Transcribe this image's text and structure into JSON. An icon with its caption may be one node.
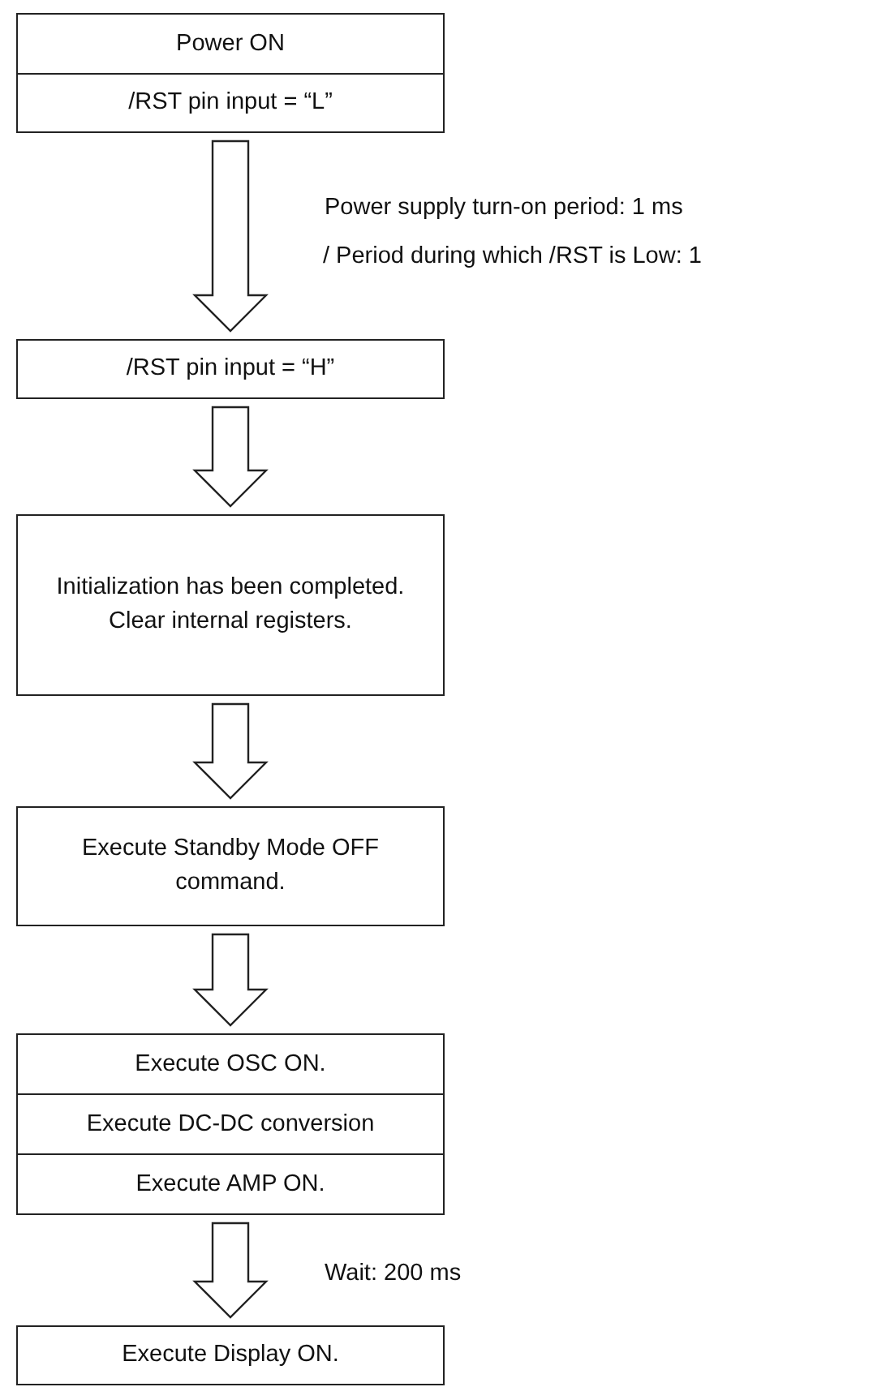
{
  "diagram": {
    "nodes": [
      {
        "text": [
          "Power ON",
          "/RST pin input = “L”"
        ]
      },
      {
        "text": [
          "/RST pin input  = “H”"
        ]
      },
      {
        "text": [
          "Initialization has been completed.",
          "Clear internal registers."
        ]
      },
      {
        "text": [
          "Execute Standby Mode OFF command."
        ]
      },
      {
        "text": [
          "Execute OSC ON.",
          "Execute DC-DC conversion",
          "Execute AMP ON."
        ]
      },
      {
        "text": [
          "Execute Display ON."
        ]
      }
    ],
    "edges": [
      {
        "from": 0,
        "to": 1,
        "arrow": "to",
        "style": "thick"
      },
      {
        "from": 1,
        "to": 2,
        "arrow": "to",
        "style": "thick"
      },
      {
        "from": 2,
        "to": 3,
        "arrow": "to",
        "style": "thick"
      },
      {
        "from": 3,
        "to": 4,
        "arrow": "to",
        "style": "thick"
      },
      {
        "from": 4,
        "to": 5,
        "arrow": "to",
        "style": "thick"
      }
    ],
    "labels": [
      "Power supply turn-on period: 1 ms",
      "/ Period during which /RST is Low: 1",
      "Wait: 200 ms"
    ]
  }
}
